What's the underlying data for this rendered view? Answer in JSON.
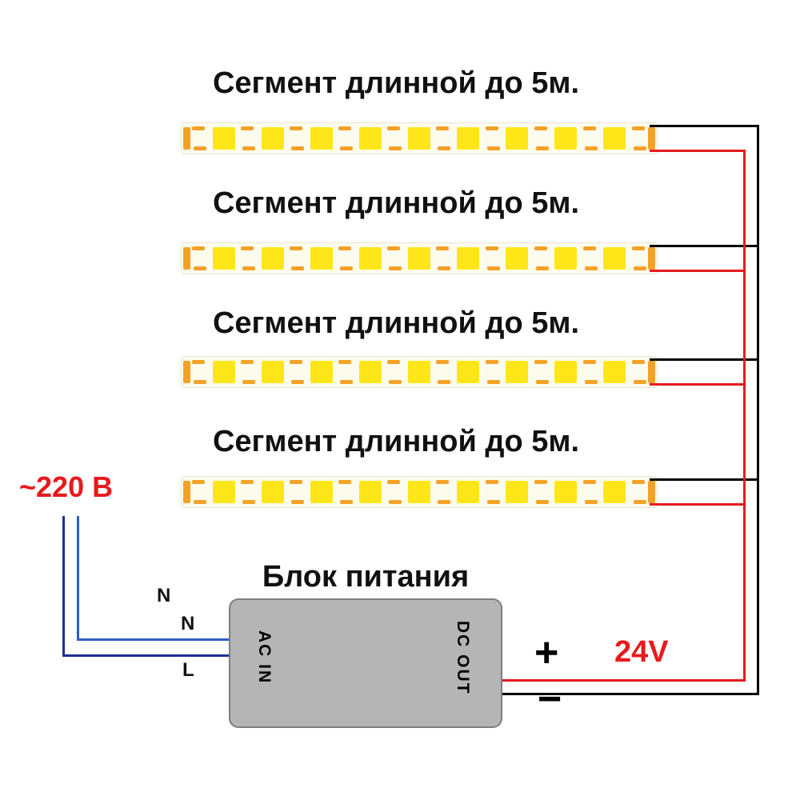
{
  "segments": [
    {
      "label": "Сегмент длинной до 5м."
    },
    {
      "label": "Сегмент длинной до 5м."
    },
    {
      "label": "Сегмент длинной до 5м."
    },
    {
      "label": "Сегмент длинной до 5м."
    }
  ],
  "strip": {
    "led_count": 9
  },
  "psu": {
    "title": "Блок питания",
    "ac_in": "AC IN",
    "dc_out": "DC OUT"
  },
  "power": {
    "mains": "~220 В",
    "plus": "+",
    "minus": "−",
    "voltage": "24V"
  },
  "ac_labels": {
    "n_top": "N",
    "n": "N",
    "l": "L"
  },
  "colors": {
    "red": "#e71a1d",
    "orange": "#f5a127",
    "yellow": "#ffe619",
    "strip_bg": "#fcfcee",
    "psu_gray": "#b5b5b5",
    "wire_blue": "#2f5fc4",
    "wire_navy": "#1d2f95",
    "wire_black": "#000000"
  }
}
